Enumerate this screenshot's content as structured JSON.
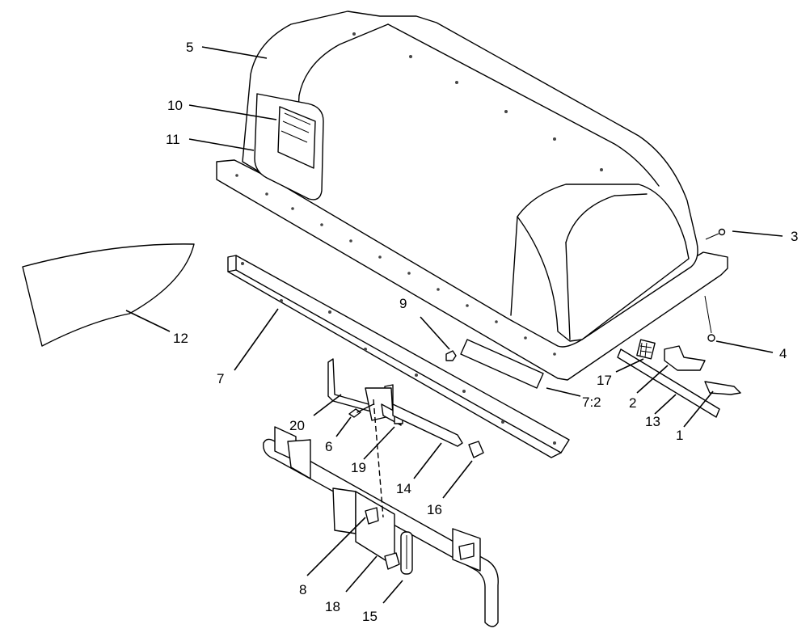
{
  "callouts": [
    {
      "id": "c1",
      "text": "1"
    },
    {
      "id": "c2",
      "text": "2"
    },
    {
      "id": "c3",
      "text": "3"
    },
    {
      "id": "c4",
      "text": "4"
    },
    {
      "id": "c5",
      "text": "5"
    },
    {
      "id": "c6",
      "text": "6"
    },
    {
      "id": "c7",
      "text": "7"
    },
    {
      "id": "c7_2",
      "text": "7:2"
    },
    {
      "id": "c8",
      "text": "8"
    },
    {
      "id": "c9",
      "text": "9"
    },
    {
      "id": "c10",
      "text": "10"
    },
    {
      "id": "c11",
      "text": "11"
    },
    {
      "id": "c12",
      "text": "12"
    },
    {
      "id": "c13",
      "text": "13"
    },
    {
      "id": "c14",
      "text": "14"
    },
    {
      "id": "c15",
      "text": "15"
    },
    {
      "id": "c16",
      "text": "16"
    },
    {
      "id": "c17",
      "text": "17"
    },
    {
      "id": "c18",
      "text": "18"
    },
    {
      "id": "c19",
      "text": "19"
    },
    {
      "id": "c20",
      "text": "20"
    }
  ]
}
